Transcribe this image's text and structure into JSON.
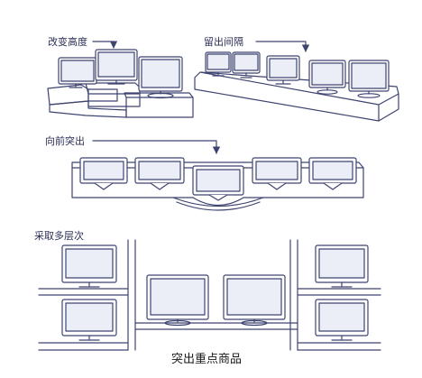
{
  "labels": {
    "change_height": "改变高度",
    "leave_spacing": "留出间隔",
    "protrude_forward": "向前突出",
    "multi_level": "采取多层次"
  },
  "caption": "突出重点商品",
  "colors": {
    "line": "#3d4470",
    "screen": "#eceef7",
    "panel": "#ffffff"
  }
}
